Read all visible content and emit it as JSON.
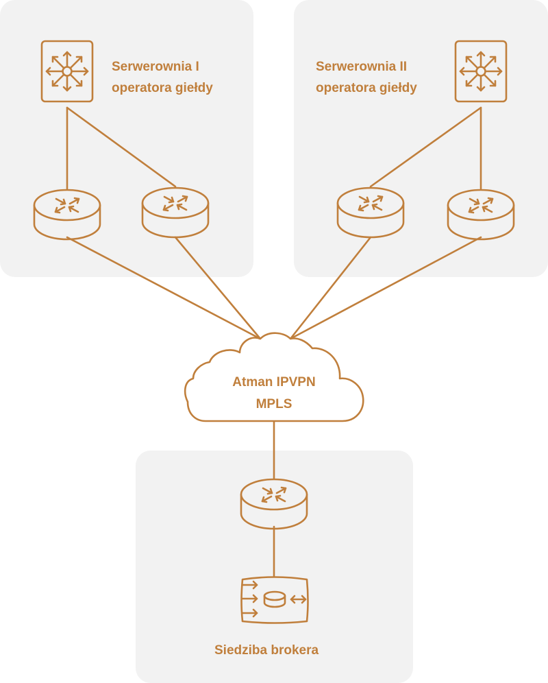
{
  "diagram": {
    "title": "Atman IPVPN MPLS network topology",
    "colors": {
      "accent": "#c07f3c",
      "zone_background": "#f2f2f2",
      "canvas": "#ffffff"
    },
    "zones": [
      {
        "id": "datacenter-1",
        "label_line1": "Serwerownia I",
        "label_line2": "operatora giełdy"
      },
      {
        "id": "datacenter-2",
        "label_line1": "Serwerownia II",
        "label_line2": "operatora giełdy"
      },
      {
        "id": "broker-hq",
        "label": "Siedziba brokera"
      }
    ],
    "cloud": {
      "label_line1": "Atman IPVPN",
      "label_line2": "MPLS",
      "icon": "cloud-icon"
    },
    "nodes": [
      {
        "id": "core-switch-1",
        "icon": "layer3-switch-icon",
        "zone": "datacenter-1"
      },
      {
        "id": "router-1a",
        "icon": "router-icon",
        "zone": "datacenter-1"
      },
      {
        "id": "router-1b",
        "icon": "router-icon",
        "zone": "datacenter-1"
      },
      {
        "id": "core-switch-2",
        "icon": "layer3-switch-icon",
        "zone": "datacenter-2"
      },
      {
        "id": "router-2a",
        "icon": "router-icon",
        "zone": "datacenter-2"
      },
      {
        "id": "router-2b",
        "icon": "router-icon",
        "zone": "datacenter-2"
      },
      {
        "id": "router-broker",
        "icon": "router-icon",
        "zone": "broker-hq"
      },
      {
        "id": "broker-server",
        "icon": "database-server-icon",
        "zone": "broker-hq"
      }
    ],
    "links": [
      [
        "core-switch-1",
        "router-1a"
      ],
      [
        "core-switch-1",
        "router-1b"
      ],
      [
        "core-switch-2",
        "router-2a"
      ],
      [
        "core-switch-2",
        "router-2b"
      ],
      [
        "router-1a",
        "cloud"
      ],
      [
        "router-1b",
        "cloud"
      ],
      [
        "router-2a",
        "cloud"
      ],
      [
        "router-2b",
        "cloud"
      ],
      [
        "cloud",
        "router-broker"
      ],
      [
        "router-broker",
        "broker-server"
      ]
    ]
  }
}
